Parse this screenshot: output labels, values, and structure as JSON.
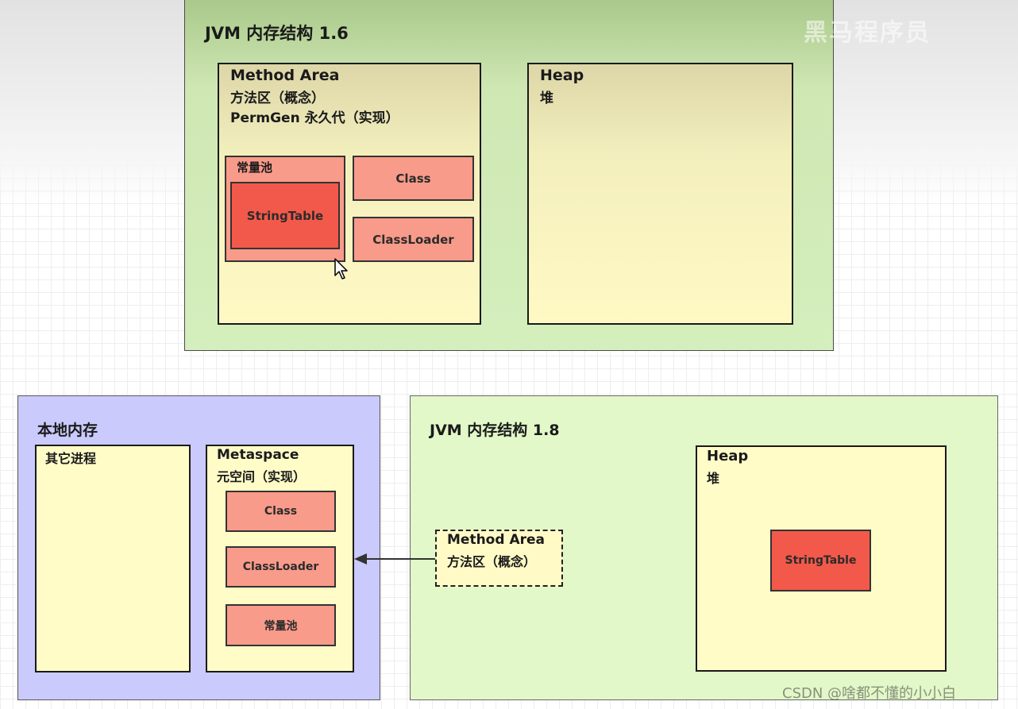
{
  "jvm16": {
    "title": "JVM 内存结构 1.6",
    "method_area": {
      "title": "Method Area",
      "line2": "方法区（概念）",
      "line3": "PermGen 永久代（实现）",
      "constant_pool": "常量池",
      "string_table": "StringTable",
      "class": "Class",
      "classloader": "ClassLoader"
    },
    "heap": {
      "title": "Heap",
      "subtitle": "堆"
    }
  },
  "native": {
    "title": "本地内存",
    "other_process": "其它进程",
    "metaspace": {
      "title": "Metaspace",
      "subtitle": "元空间（实现）",
      "class": "Class",
      "classloader": "ClassLoader",
      "constant_pool": "常量池"
    }
  },
  "jvm18": {
    "title": "JVM 内存结构 1.8",
    "method_area": {
      "title": "Method Area",
      "subtitle": "方法区（概念）"
    },
    "heap": {
      "title": "Heap",
      "subtitle": "堆",
      "string_table": "StringTable"
    }
  },
  "watermark": {
    "csdn": "CSDN @啥都不懂的小小白",
    "logo": "黑马程序员"
  },
  "colors": {
    "jvm16_bg": "#d4efbd",
    "area_yellow": "#fffcc8",
    "salmon": "#f99b8a",
    "string_table_red": "#f2594a",
    "native_bg": "#cacafc",
    "jvm18_bg": "#e2f8c8"
  }
}
